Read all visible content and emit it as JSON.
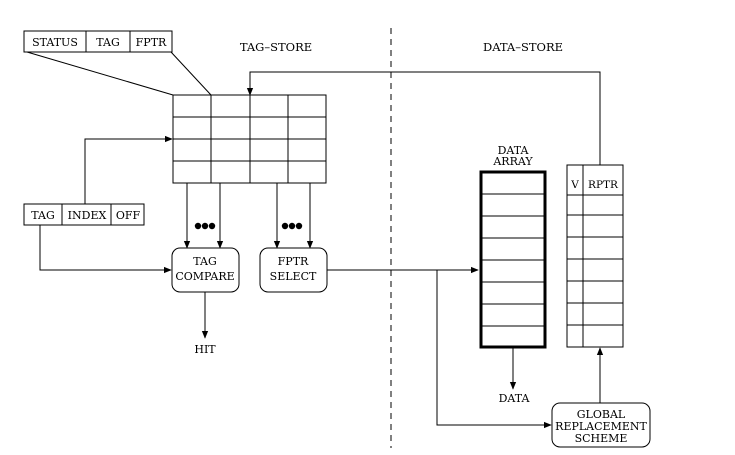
{
  "sections": {
    "tag_store": "TAG–STORE",
    "data_store": "DATA–STORE"
  },
  "entry_fields": [
    "STATUS",
    "TAG",
    "FPTR"
  ],
  "address_fields": [
    "TAG",
    "INDEX",
    "OFF"
  ],
  "blocks": {
    "tag_compare": [
      "TAG",
      "COMPARE"
    ],
    "fptr_select": [
      "FPTR",
      "SELECT"
    ],
    "global_replacement": [
      "GLOBAL",
      "REPLACEMENT",
      "SCHEME"
    ]
  },
  "data_array": [
    "DATA",
    "ARRAY"
  ],
  "rptr_columns": [
    "V",
    "RPTR"
  ],
  "outputs": {
    "hit": "HIT",
    "data": "DATA"
  }
}
